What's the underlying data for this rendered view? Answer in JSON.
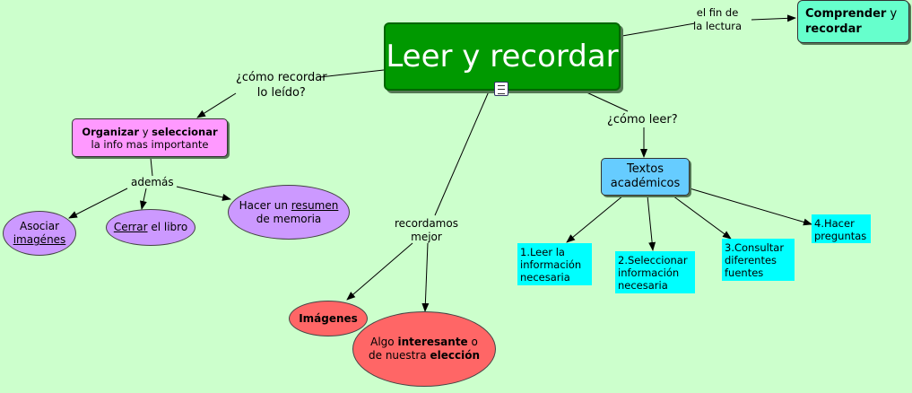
{
  "root": {
    "title": "Leer y recordar"
  },
  "goal": {
    "pre": "Comprender",
    "mid": " y",
    "post": "recordar"
  },
  "link_labels": {
    "fin_1": "el fin de",
    "fin_2": "la lectura",
    "como_recordar_1": "¿cómo recordar",
    "como_recordar_2": "lo leído?",
    "como_leer": "¿cómo leer?",
    "ademas": "además",
    "recordamos_1": "recordamos",
    "recordamos_2": "mejor"
  },
  "organizar": {
    "b1": "Organizar",
    "mid": " y ",
    "b2": "seleccionar",
    "line2": "la info mas importante"
  },
  "asociar": {
    "line1": "Asociar",
    "line2": "imagénes"
  },
  "cerrar": {
    "u": "Cerrar",
    "rest": " el libro"
  },
  "resumen": {
    "pre": "Hacer un ",
    "u": "resumen",
    "line2": "de memoria"
  },
  "imagenes": {
    "label": "Imágenes"
  },
  "algo": {
    "pre": "Algo ",
    "b1": "interesante",
    "post1": " o",
    "pre2": "de nuestra ",
    "b2": "elección"
  },
  "textos": {
    "line1": "Textos",
    "line2": "académicos"
  },
  "steps": [
    {
      "l1": "1.Leer la",
      "l2": "información",
      "l3": "necesaria"
    },
    {
      "l1": "2.Seleccionar",
      "l2": "información",
      "l3": "necesaria"
    },
    {
      "l1": "3.Consultar",
      "l2": "diferentes",
      "l3": "fuentes"
    },
    {
      "l1": "4.Hacer",
      "l2": "preguntas"
    }
  ],
  "icons": {
    "root_attachment": "document-icon"
  },
  "colors": {
    "background": "#ccffcc",
    "root": "#009900",
    "goal": "#66ffcc",
    "organizar": "#ff99ff",
    "purple_nodes": "#cc99ff",
    "red_nodes": "#ff6666",
    "textos": "#66ccff",
    "steps": "#00ffff"
  }
}
